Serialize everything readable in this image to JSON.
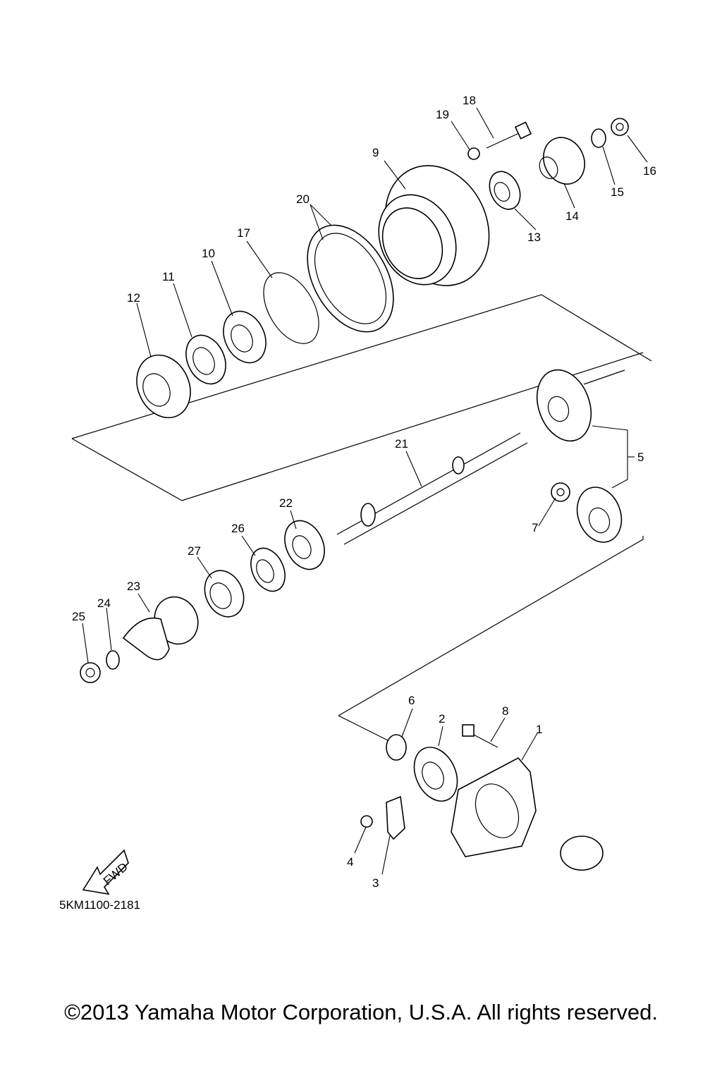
{
  "diagram": {
    "code": "5KM1100-2181",
    "fwd_label": "FWD",
    "copyright": "©2013 Yamaha Motor Corporation, U.S.A. All rights reserved.",
    "callouts": [
      "1",
      "2",
      "3",
      "4",
      "5",
      "6",
      "7",
      "8",
      "9",
      "10",
      "11",
      "12",
      "13",
      "14",
      "15",
      "16",
      "17",
      "18",
      "19",
      "20",
      "21",
      "22",
      "23",
      "24",
      "25",
      "26",
      "27"
    ]
  }
}
